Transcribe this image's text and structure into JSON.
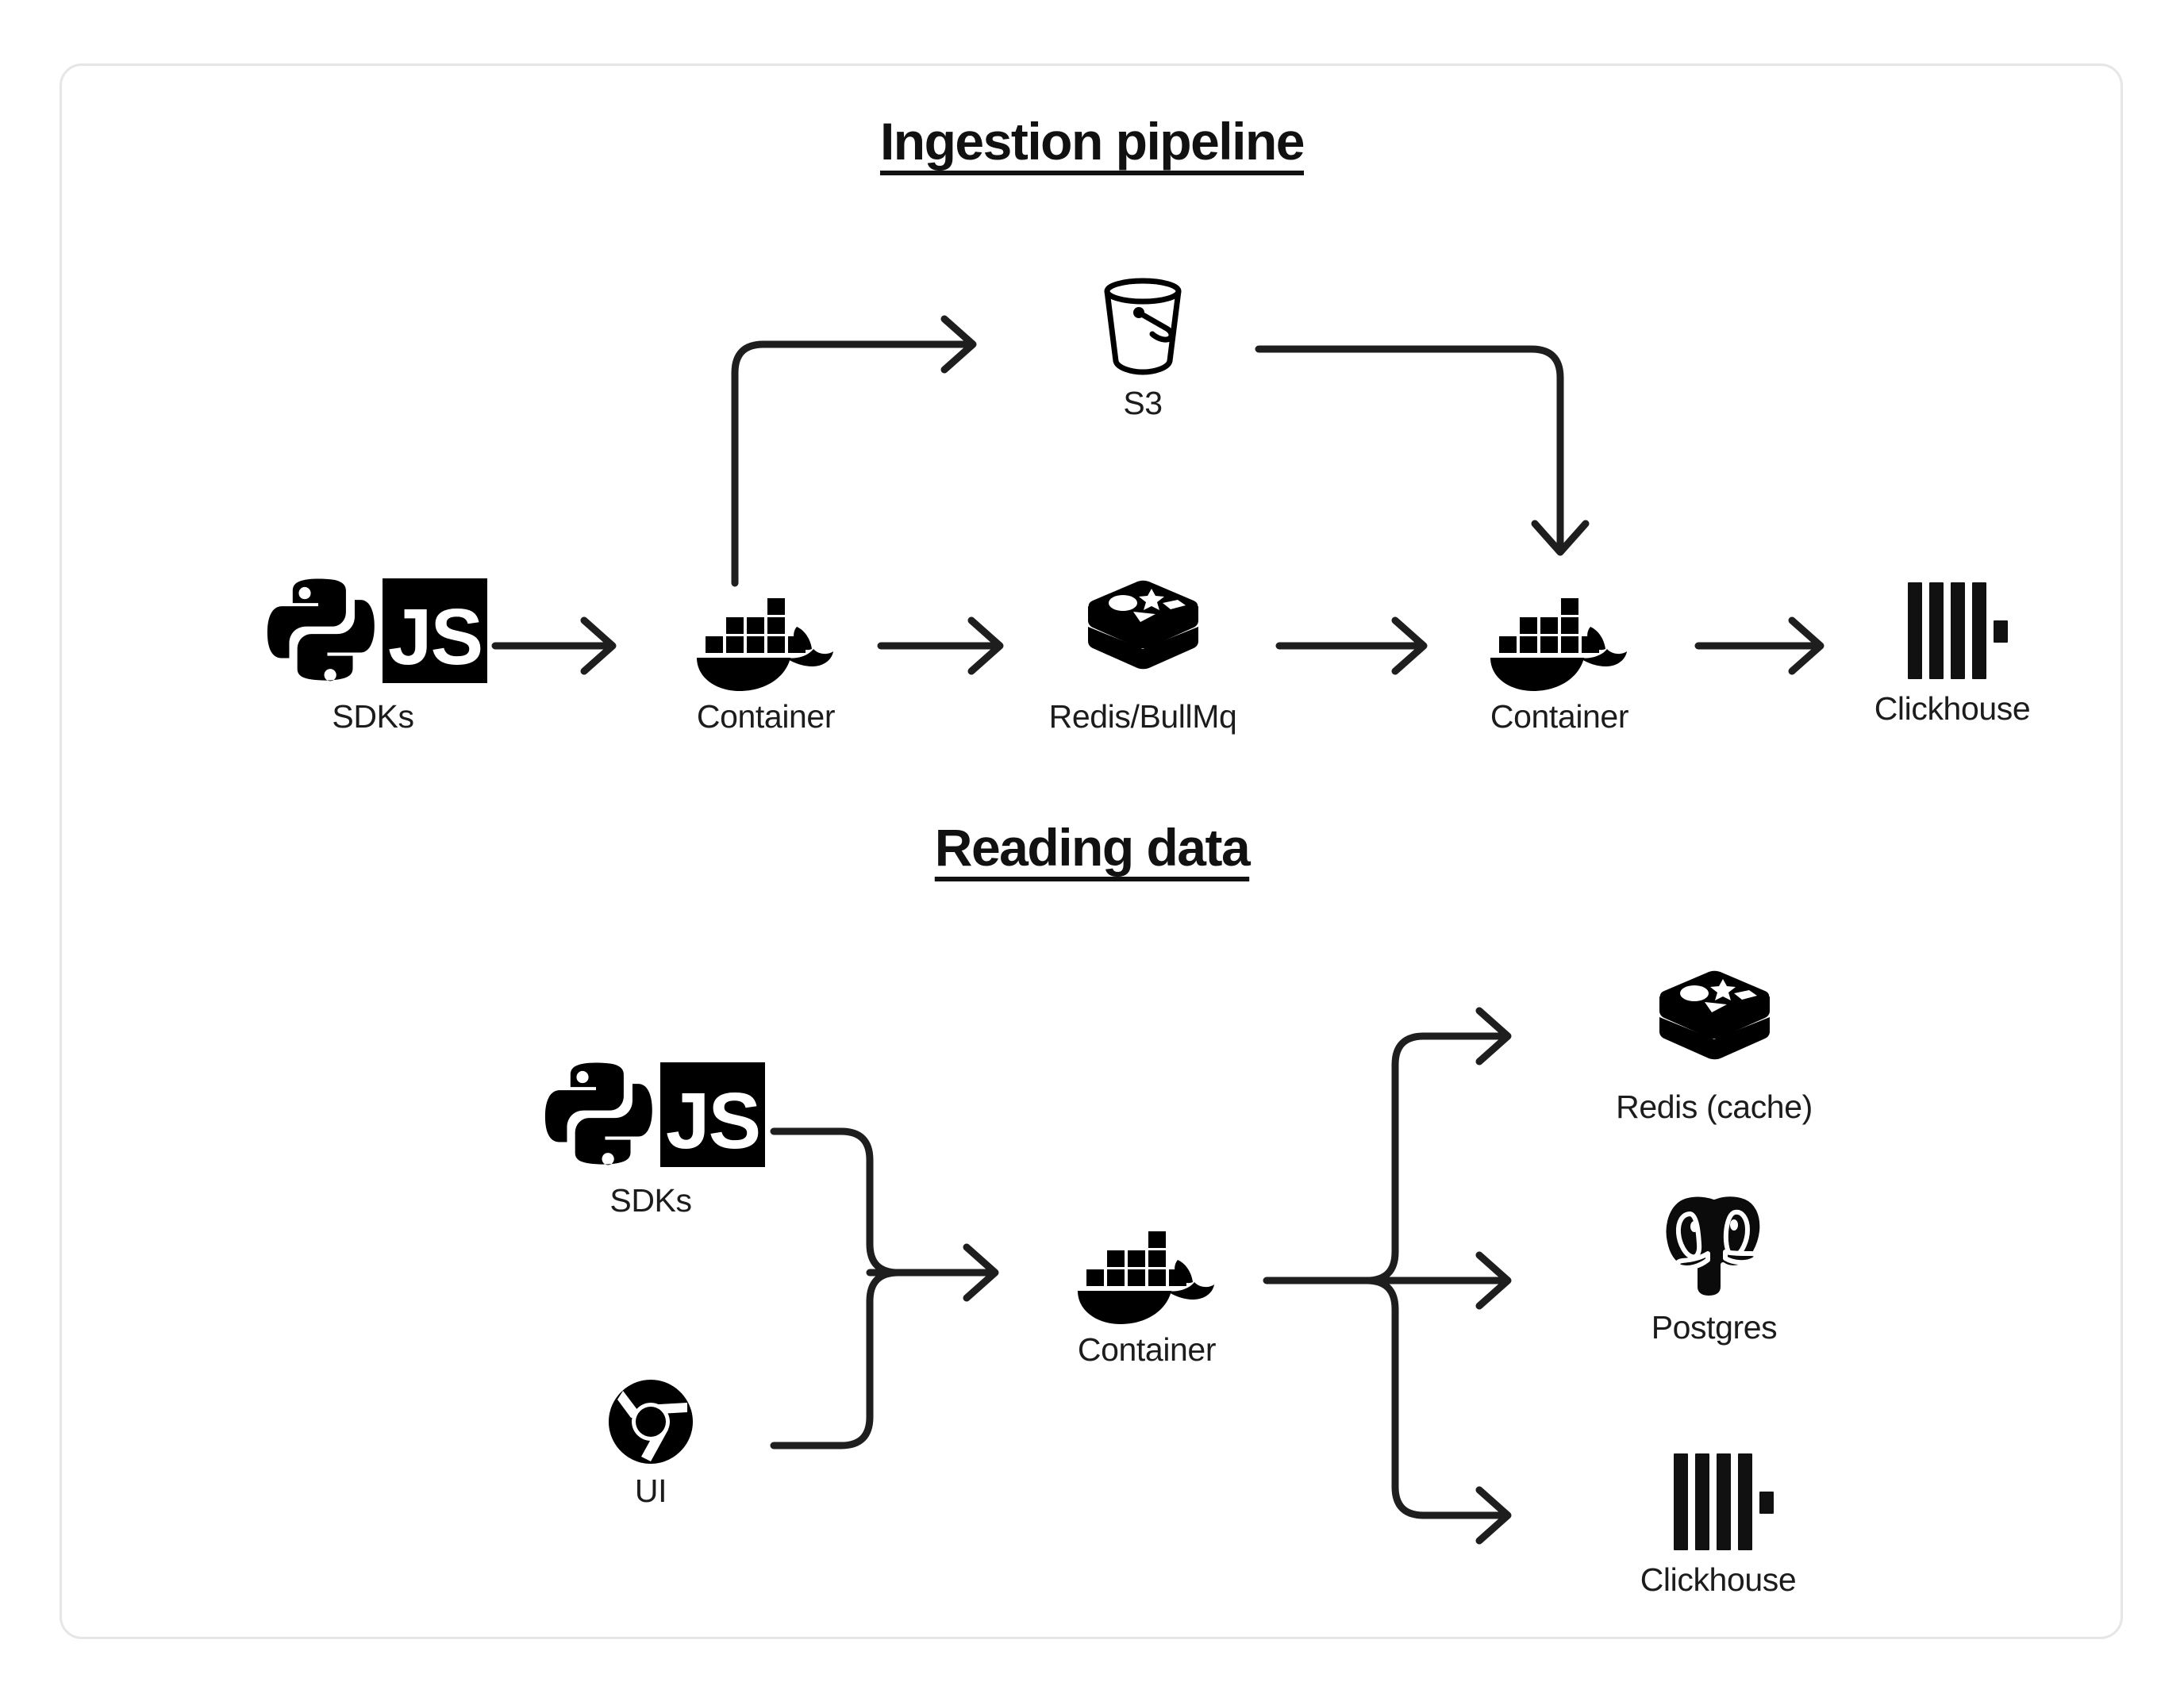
{
  "diagram": {
    "background": "#ffffff",
    "card_border_color": "#e6e6e6",
    "ink_color": "#111111",
    "sections": [
      {
        "id": "ingestion",
        "title": "Ingestion pipeline",
        "nodes": [
          {
            "id": "sdks-1",
            "label": "SDKs",
            "icon": "python-js-sdks-icon"
          },
          {
            "id": "container-1",
            "label": "Container",
            "icon": "docker-whale-icon"
          },
          {
            "id": "s3",
            "label": "S3",
            "icon": "s3-bucket-icon"
          },
          {
            "id": "redis-queue",
            "label": "Redis/BullMq",
            "icon": "redis-stack-icon"
          },
          {
            "id": "container-2",
            "label": "Container",
            "icon": "docker-whale-icon"
          },
          {
            "id": "clickhouse-1",
            "label": "Clickhouse",
            "icon": "clickhouse-bars-icon"
          }
        ],
        "edges": [
          {
            "from": "sdks-1",
            "to": "container-1",
            "style": "straight-arrow"
          },
          {
            "from": "container-1",
            "to": "s3",
            "style": "elbow-up-right-arrow"
          },
          {
            "from": "container-1",
            "to": "redis-queue",
            "style": "straight-arrow"
          },
          {
            "from": "s3",
            "to": "container-2",
            "style": "elbow-right-down-arrow"
          },
          {
            "from": "redis-queue",
            "to": "container-2",
            "style": "straight-arrow"
          },
          {
            "from": "container-2",
            "to": "clickhouse-1",
            "style": "straight-arrow"
          }
        ]
      },
      {
        "id": "reading",
        "title": "Reading data",
        "nodes": [
          {
            "id": "sdks-2",
            "label": "SDKs",
            "icon": "python-js-sdks-icon"
          },
          {
            "id": "ui",
            "label": "UI",
            "icon": "chrome-browser-icon"
          },
          {
            "id": "container-3",
            "label": "Container",
            "icon": "docker-whale-icon"
          },
          {
            "id": "redis-cache",
            "label": "Redis (cache)",
            "icon": "redis-stack-icon"
          },
          {
            "id": "postgres",
            "label": "Postgres",
            "icon": "postgres-elephant-icon"
          },
          {
            "id": "clickhouse-2",
            "label": "Clickhouse",
            "icon": "clickhouse-bars-icon"
          }
        ],
        "edges": [
          {
            "from": "sdks-2",
            "to": "container-3",
            "style": "merge-arrow"
          },
          {
            "from": "ui",
            "to": "container-3",
            "style": "merge-arrow"
          },
          {
            "from": "container-3",
            "to": "redis-cache",
            "style": "fanout-up-arrow"
          },
          {
            "from": "container-3",
            "to": "postgres",
            "style": "fanout-mid-arrow"
          },
          {
            "from": "container-3",
            "to": "clickhouse-2",
            "style": "fanout-down-arrow"
          }
        ]
      }
    ],
    "js_badge_text": "JS"
  }
}
